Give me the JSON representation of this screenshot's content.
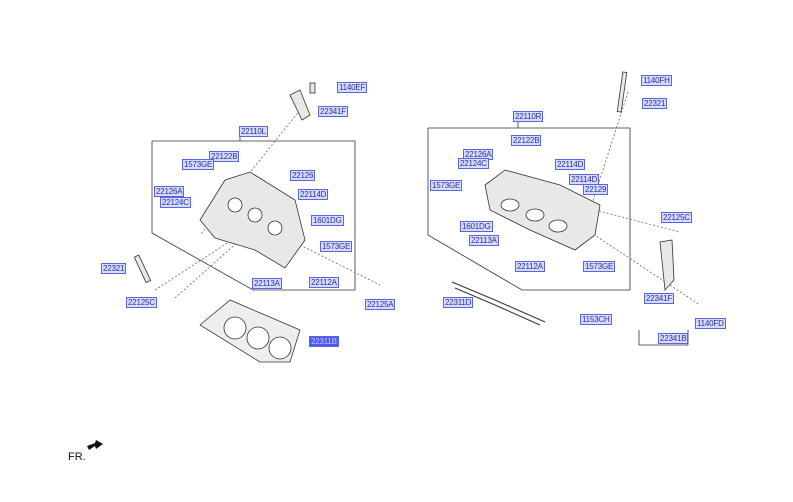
{
  "diagram": {
    "left_head": {
      "callouts": [
        "1140EF",
        "22341F",
        "22110L",
        "22122B",
        "1573GE",
        "22126",
        "22126A",
        "22124C",
        "22114D",
        "1601DG",
        "1573GE",
        "22321",
        "22113A",
        "22112A",
        "22125C",
        "22125A",
        "22311B"
      ]
    },
    "right_head": {
      "callouts": [
        "1140FH",
        "22321",
        "22110R",
        "22122B",
        "22126A",
        "22124C",
        "22114D",
        "22114D",
        "22129",
        "1573GE",
        "1601DG",
        "22125C",
        "22113A",
        "22112A",
        "1573GE",
        "22311D",
        "22341F",
        "1153CH",
        "1140FD",
        "22341B"
      ]
    },
    "selected_callout": "22311B",
    "direction_label": "FR."
  }
}
